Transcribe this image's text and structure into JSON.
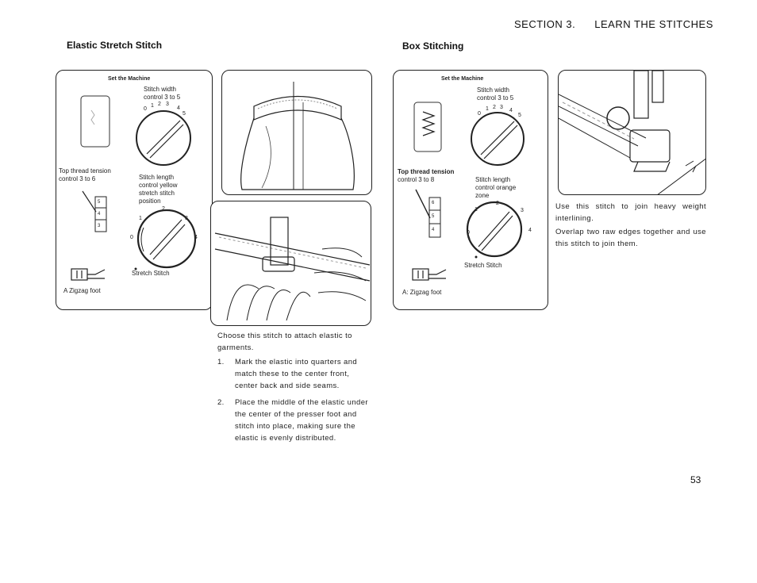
{
  "header": {
    "section": "SECTION 3.",
    "title": "LEARN THE STITCHES"
  },
  "elastic": {
    "heading": "Elastic Stretch Stitch",
    "set_the_machine": "Set the Machine",
    "stitch_width_line1": "Stitch width",
    "stitch_width_line2": "control 3 to 5",
    "top_thread_line1": "Top thread tension",
    "top_thread_line2": "control 3 to 6",
    "stitch_length_line1": "Stitch length",
    "stitch_length_line2": "control yellow",
    "stitch_length_line3": "stretch stitch",
    "stitch_length_line4": "position",
    "stretch_stitch": "Stretch Stitch",
    "foot_label": "A  Zigzag foot",
    "intro": "Choose this stitch to attach elastic to garments.",
    "steps": [
      {
        "num": "1.",
        "text": "Mark the elastic into quarters and match these to the center front, center back and side seams."
      },
      {
        "num": "2.",
        "text": "Place the middle of the elastic under the center of the presser foot and stitch into place, making sure the elastic is evenly distributed."
      }
    ]
  },
  "box": {
    "heading": "Box Stitching",
    "set_the_machine": "Set the Machine",
    "stitch_width_line1": "Stitch width",
    "stitch_width_line2": "control 3 to 5",
    "top_thread_line1": "Top thread tension",
    "top_thread_line2": "control 3 to 8",
    "stitch_length_line1": "Stitch length",
    "stitch_length_line2": "control orange",
    "stitch_length_line3": "zone",
    "stretch_stitch": "Stretch Stitch",
    "foot_label": "A: Zigzag foot",
    "para1": "Use this stitch to join heavy weight interlining.",
    "para2": "Overlap two raw edges together and use this stitch to join them."
  },
  "dial_labels": {
    "width": [
      "0",
      "1",
      "2",
      "3",
      "4",
      "5"
    ],
    "length": [
      "0",
      "1",
      "2",
      "3",
      "4"
    ],
    "tension_elastic": [
      "5",
      "4",
      "3"
    ],
    "tension_box": [
      "6",
      "5",
      "4"
    ]
  },
  "page_number": "53"
}
